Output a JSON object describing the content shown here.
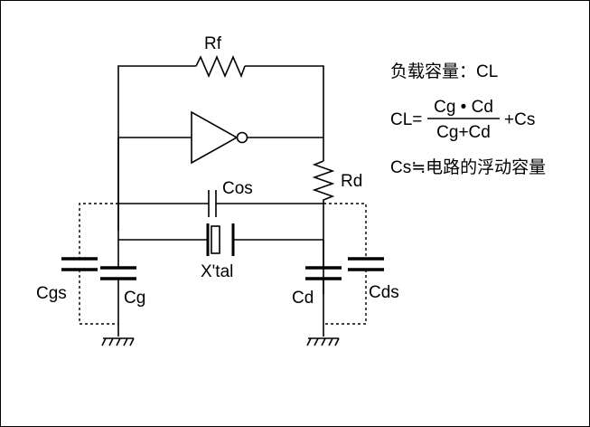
{
  "labels": {
    "rf": "Rf",
    "rd": "Rd",
    "cos": "Cos",
    "xtal": "X'tal",
    "cgs": "Cgs",
    "cg": "Cg",
    "cd": "Cd",
    "cds": "Cds"
  },
  "formula": {
    "load_title": "负载容量：CL",
    "cl_prefix": "CL=",
    "numerator": "Cg • Cd",
    "denominator": "Cg+Cd",
    "suffix": "+Cs",
    "cs_note": "Cs≒电路的浮动容量"
  },
  "colors": {
    "line": "#000000",
    "background": "#ffffff"
  }
}
